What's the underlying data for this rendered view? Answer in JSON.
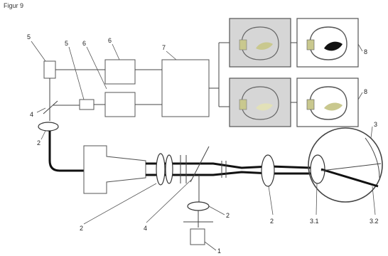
{
  "figure_title": "Figur 9",
  "labels": {
    "top_left_5a": "5",
    "top_left_5b": "5",
    "top_left_6a": "6",
    "top_center_6": "6",
    "processor_7": "7",
    "mirror_4": "4",
    "lens_2_left": "2",
    "right_8_top": "8",
    "right_8_bottom": "8",
    "eye_3": "3",
    "bottom_2a": "2",
    "bottom_4": "4",
    "bottom_2b": "2",
    "bottom_1": "1",
    "bottom_2c": "2",
    "bottom_31": "3.1",
    "bottom_32": "3.2"
  },
  "colors": {
    "panel_gray": "#d6d6d6",
    "eye_overlay": "#c9c88e",
    "stroke": "#444444"
  }
}
